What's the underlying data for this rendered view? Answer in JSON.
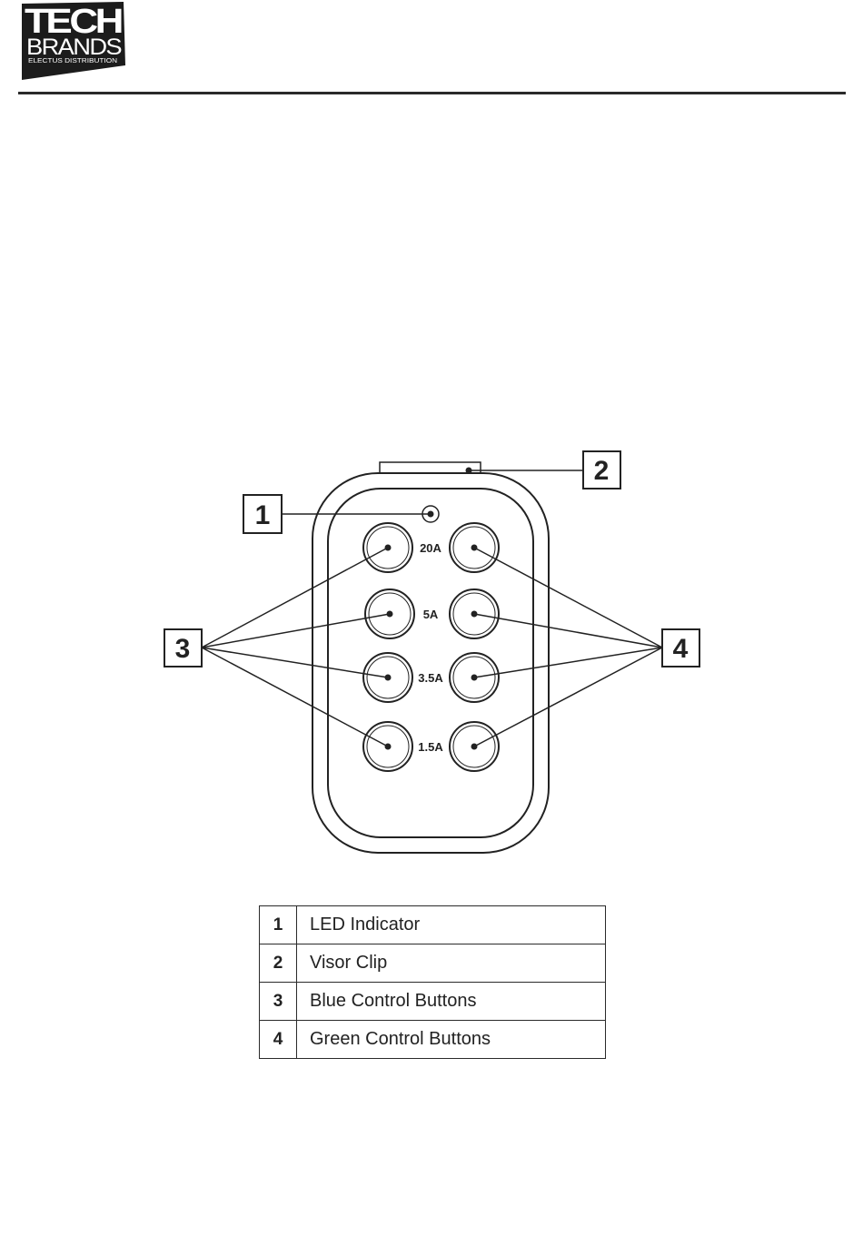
{
  "logo": {
    "line1": "TECH",
    "line2": "BRANDS",
    "line3": "ELECTUS DISTRIBUTION"
  },
  "diagram": {
    "callouts": [
      "1",
      "2",
      "3",
      "4"
    ],
    "button_labels": [
      "20A",
      "5A",
      "3.5A",
      "1.5A"
    ]
  },
  "legend": {
    "rows": [
      {
        "num": "1",
        "label": "LED Indicator"
      },
      {
        "num": "2",
        "label": "Visor Clip"
      },
      {
        "num": "3",
        "label": "Blue Control Buttons"
      },
      {
        "num": "4",
        "label": "Green Control Buttons"
      }
    ]
  }
}
